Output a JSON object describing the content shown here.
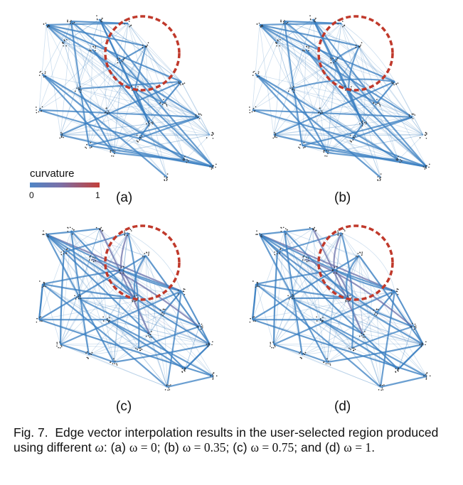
{
  "panels": [
    {
      "id": "a",
      "label": "(a)"
    },
    {
      "id": "b",
      "label": "(b)"
    },
    {
      "id": "c",
      "label": "(c)"
    },
    {
      "id": "d",
      "label": "(d)"
    }
  ],
  "legend": {
    "title": "curvature",
    "min": "0",
    "max": "1",
    "colors": [
      "#4f86c6",
      "#c4403a"
    ]
  },
  "caption": {
    "fig": "Fig. 7.",
    "text1": "Edge vector interpolation results in the user-selected region produced using different ",
    "omega": "ω",
    "text2": ": (a) ",
    "a_val": "ω = 0",
    "sep_b": "; (b) ",
    "b_val": "ω = 0.35",
    "sep_c": "; (c) ",
    "c_val": "ω = 0.75",
    "sep_d": "; and (d)",
    "d_val": "ω = 1",
    "end": "."
  },
  "colors": {
    "edge": "#3a7fc1",
    "highlight": "#c0392b",
    "node": "#333333"
  }
}
